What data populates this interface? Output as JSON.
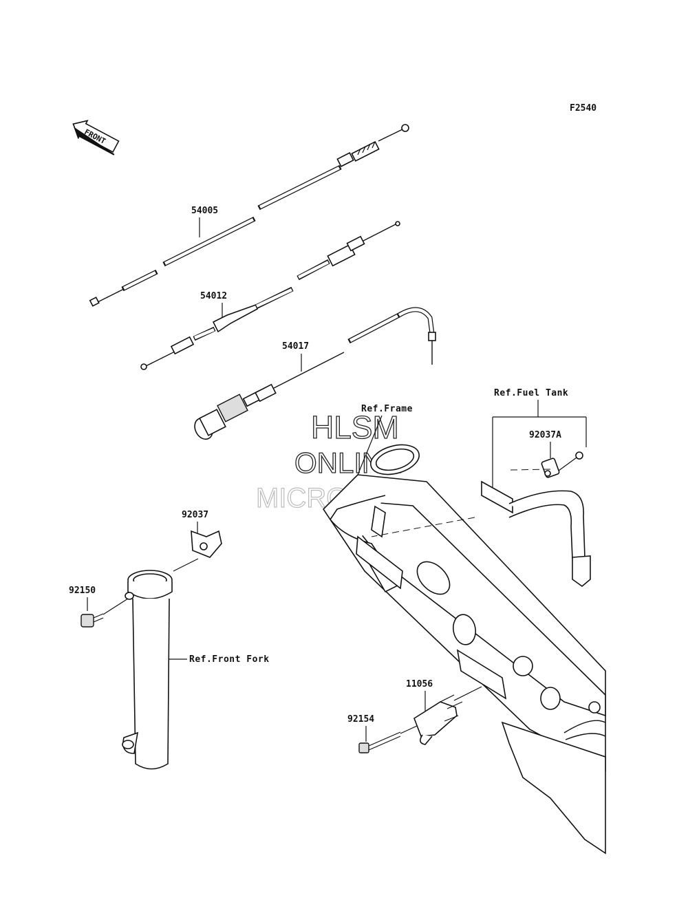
{
  "figure_code": "F2540",
  "front_arrow_label": "FRONT",
  "watermark": {
    "line1": "HLSM",
    "line2": "ONLINE",
    "line3": "MICROFICHE"
  },
  "parts": [
    {
      "number": "54005"
    },
    {
      "number": "54012"
    },
    {
      "number": "54017"
    },
    {
      "number": "92037"
    },
    {
      "number": "92037A"
    },
    {
      "number": "92150"
    },
    {
      "number": "11056"
    },
    {
      "number": "92154"
    }
  ],
  "references": [
    {
      "text": "Ref.Frame"
    },
    {
      "text": "Ref.Fuel Tank"
    },
    {
      "text": "Ref.Front Fork"
    }
  ]
}
